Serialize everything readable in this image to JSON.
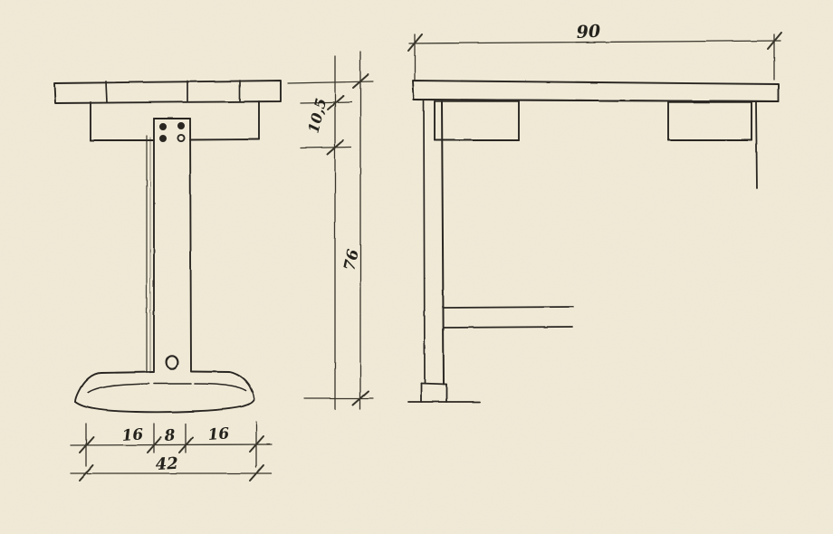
{
  "document": {
    "type": "hand-drawn technical sketch",
    "subject": "table / desk design drawing",
    "paper_color": "#f6f2e2",
    "ink_color": "#2b2822",
    "units_note": "centimetres"
  },
  "views": {
    "front": {
      "name": "front elevation",
      "parts": [
        "tabletop",
        "apron",
        "central-post",
        "sled-foot",
        "bolt-holes",
        "post-hole"
      ],
      "tabletop_seams": 3,
      "bolt_hole_count": 4
    },
    "side": {
      "name": "side elevation",
      "parts": [
        "tabletop",
        "left-bracket",
        "right-bracket",
        "left-leg",
        "stretcher-rail",
        "foot-block",
        "ground-line",
        "right-leg-stub"
      ]
    }
  },
  "dimensions": {
    "width_total": {
      "value": "42",
      "orientation": "horizontal",
      "view": "front",
      "description": "overall base width"
    },
    "chain_left": {
      "value": "16",
      "orientation": "horizontal",
      "view": "front",
      "description": "left foot segment"
    },
    "chain_center": {
      "value": "8",
      "orientation": "horizontal",
      "view": "front",
      "description": "central post width"
    },
    "chain_right": {
      "value": "16",
      "orientation": "horizontal",
      "view": "front",
      "description": "right foot segment"
    },
    "apron_height": {
      "value": "10,5",
      "orientation": "vertical",
      "view": "front",
      "description": "top plus apron depth"
    },
    "total_height": {
      "value": "76",
      "orientation": "vertical",
      "view": "front",
      "description": "overall table height"
    },
    "top_length": {
      "value": "90",
      "orientation": "horizontal",
      "view": "side",
      "description": "tabletop length"
    }
  }
}
